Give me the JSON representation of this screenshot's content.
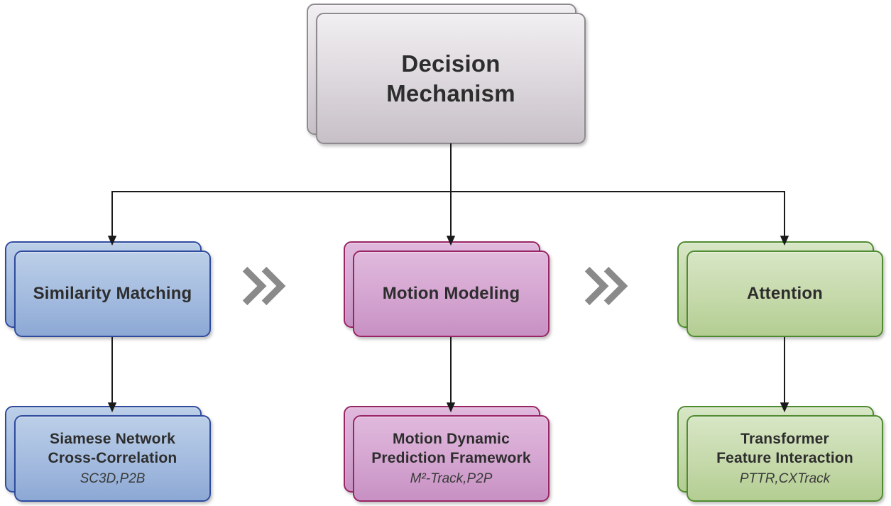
{
  "figure": {
    "root": {
      "title": "Decision\nMechanism"
    },
    "branches": [
      {
        "id": "similarity-matching",
        "label": "Similarity Matching",
        "detail_title": "Siamese Network\nCross-Correlation",
        "methods": "SC3D,P2B",
        "theme": "blue"
      },
      {
        "id": "motion-modeling",
        "label": "Motion Modeling",
        "detail_title": "Motion Dynamic\nPrediction Framework",
        "methods": "M²-Track,P2P",
        "theme": "pink"
      },
      {
        "id": "attention",
        "label": "Attention",
        "detail_title": "Transformer\nFeature Interaction",
        "methods": "PTTR,CXTrack",
        "theme": "green"
      }
    ],
    "separator_icon": "double-chevron-right"
  },
  "colors": {
    "root-border": "#8f8a90",
    "blue-border": "#2e4b9e",
    "pink-border": "#992465",
    "green-border": "#4f8b2f",
    "arrow": "#1a1a1a",
    "chevron": "#8a8a8a",
    "text": "#2d2d2d"
  }
}
